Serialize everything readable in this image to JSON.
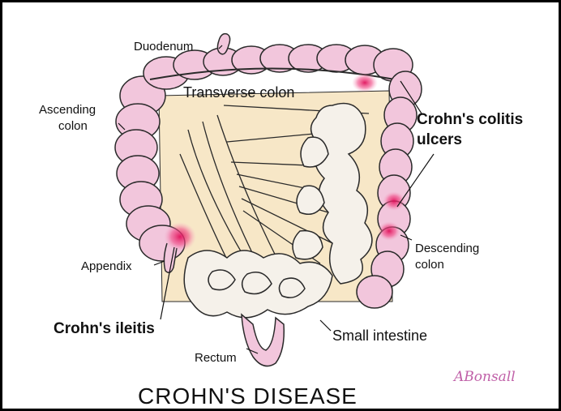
{
  "title": "CROHN'S DISEASE",
  "signature": "ABonsall",
  "labels": {
    "duodenum": "Duodenum",
    "transverse_colon": "Transverse colon",
    "ascending_colon_line1": "Ascending",
    "ascending_colon_line2": "colon",
    "colitis_line1": "Crohn's colitis",
    "colitis_line2": "ulcers",
    "descending_colon_line1": "Descending",
    "descending_colon_line2": "colon",
    "appendix": "Appendix",
    "ileitis": "Crohn's ileitis",
    "small_intestine": "Small intestine",
    "rectum": "Rectum"
  },
  "colors": {
    "colon_fill": "#f2c6dc",
    "colon_stroke": "#2a2a2a",
    "mesentery_fill": "#f7e7c7",
    "small_intestine_fill": "#f5f1ea",
    "inflammation": "#e0105a",
    "signature": "#c060a8"
  }
}
